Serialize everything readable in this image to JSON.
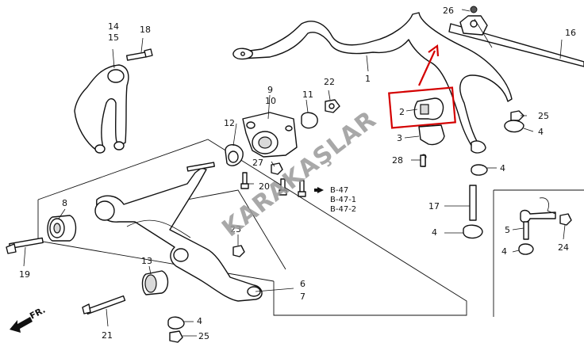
{
  "diagram": {
    "callouts": [
      {
        "id": "c1",
        "text": "1"
      },
      {
        "id": "c2",
        "text": "2"
      },
      {
        "id": "c3",
        "text": "3"
      },
      {
        "id": "c4a",
        "text": "4"
      },
      {
        "id": "c4b",
        "text": "4"
      },
      {
        "id": "c4c",
        "text": "4"
      },
      {
        "id": "c4d",
        "text": "4"
      },
      {
        "id": "c4e",
        "text": "4"
      },
      {
        "id": "c5",
        "text": "5"
      },
      {
        "id": "c6",
        "text": "6"
      },
      {
        "id": "c7",
        "text": "7"
      },
      {
        "id": "c8",
        "text": "8"
      },
      {
        "id": "c9",
        "text": "9"
      },
      {
        "id": "c10",
        "text": "10"
      },
      {
        "id": "c11",
        "text": "11"
      },
      {
        "id": "c12",
        "text": "12"
      },
      {
        "id": "c13",
        "text": "13"
      },
      {
        "id": "c14",
        "text": "14"
      },
      {
        "id": "c15",
        "text": "15"
      },
      {
        "id": "c16",
        "text": "16"
      },
      {
        "id": "c17",
        "text": "17"
      },
      {
        "id": "c18",
        "text": "18"
      },
      {
        "id": "c19",
        "text": "19"
      },
      {
        "id": "c20",
        "text": "20"
      },
      {
        "id": "c21",
        "text": "21"
      },
      {
        "id": "c22",
        "text": "22"
      },
      {
        "id": "c23",
        "text": "23"
      },
      {
        "id": "c24",
        "text": "24"
      },
      {
        "id": "c25a",
        "text": "25"
      },
      {
        "id": "c25b",
        "text": "25"
      },
      {
        "id": "c26",
        "text": "26"
      },
      {
        "id": "c27",
        "text": "27"
      },
      {
        "id": "c28",
        "text": "28"
      }
    ],
    "references": [
      "B-47",
      "B-47-1",
      "B-47-2"
    ],
    "direction_label": "FR.",
    "watermark": "KARAKAŞLAR",
    "highlight_color": "#d40000"
  }
}
